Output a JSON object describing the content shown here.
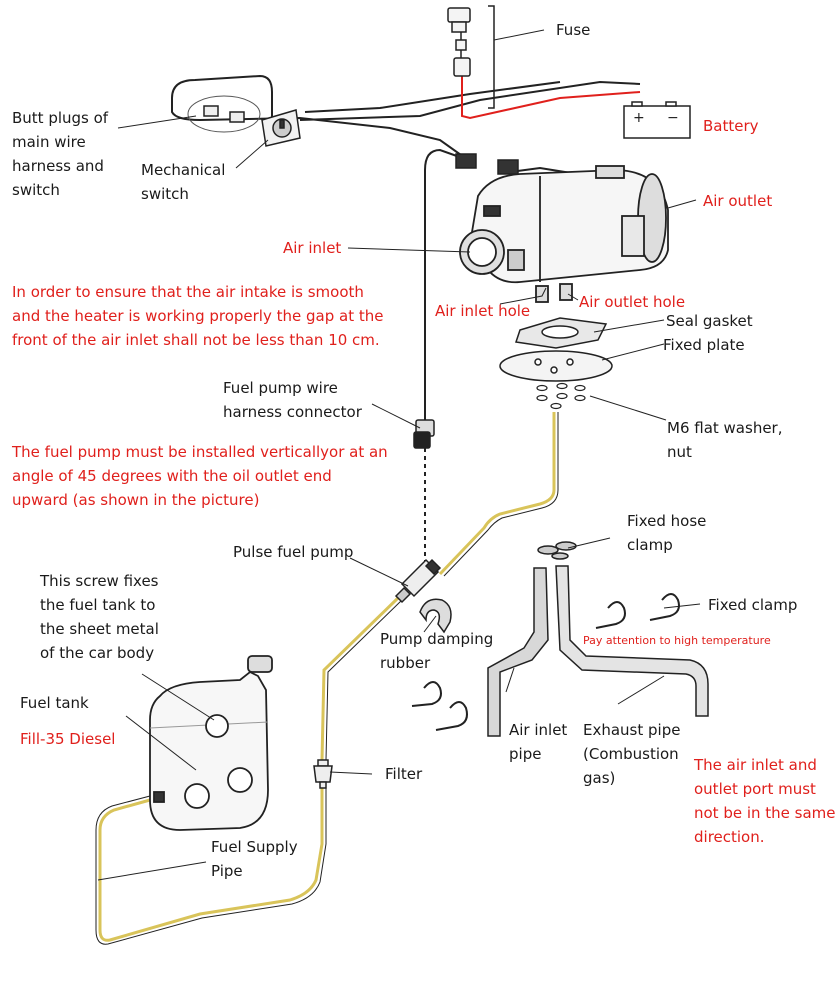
{
  "labels": {
    "fuse": "Fuse",
    "battery": "Battery",
    "butt_plugs": "Butt plugs of\nmain wire\nharness and\nswitch",
    "mechanical_switch": "Mechanical\nswitch",
    "air_outlet": "Air outlet",
    "air_inlet": "Air inlet",
    "air_inlet_hole": "Air inlet hole",
    "air_outlet_hole": "Air outlet hole",
    "seal_gasket": "Seal gasket",
    "fixed_plate": "Fixed plate",
    "washer_nut": "M6 flat washer,\nnut",
    "fuel_pump_connector": "Fuel pump wire\nharness connector",
    "pulse_fuel_pump": "Pulse fuel pump",
    "pump_damping_rubber": "Pump damping\nrubber",
    "fixed_hose_clamp": "Fixed hose\nclamp",
    "fixed_clamp": "Fixed clamp",
    "screw_note": "This screw fixes\nthe fuel tank to\nthe sheet metal\nof the car body",
    "fuel_tank": "Fuel tank",
    "fill_diesel": "Fill-35 Diesel",
    "filter": "Filter",
    "air_inlet_pipe": "Air inlet\npipe",
    "exhaust_pipe": "Exhaust pipe\n(Combustion\ngas)",
    "fuel_supply_pipe": "Fuel Supply\nPipe"
  },
  "notes": {
    "air_intake_gap": "In order to ensure that the air intake is smooth\nand the heater is working properly the gap at the\nfront of the air inlet shall not be less than 10 cm.",
    "pump_orientation": "The fuel pump must be installed verticallyor at an\nangle of 45 degrees with the oil outlet end\nupward (as shown in the picture)",
    "high_temperature": "Pay attention to high temperature",
    "port_direction": "The air inlet and\noutlet port must\nnot be in the same\ndirection."
  },
  "battery_symbols": {
    "plus": "+",
    "minus": "−"
  },
  "colors": {
    "warning_red": "#e0201c",
    "fuel_line_yellow": "#d9c45a",
    "wire_red": "#e0201c",
    "line_black": "#222222"
  }
}
